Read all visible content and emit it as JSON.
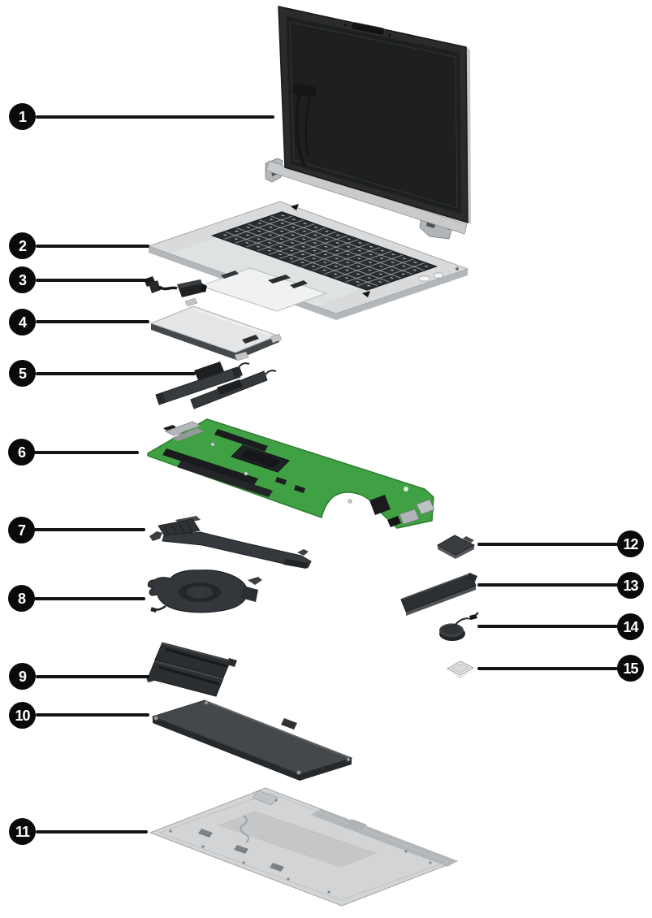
{
  "figure": {
    "kind": "laptop-exploded-parts-diagram",
    "background": "#ffffff"
  },
  "colors": {
    "background": "#ffffff",
    "callout_bg": "#0a0a0a",
    "callout_text": "#ffffff",
    "leader_line": "#141414",
    "board_green": "#3fa143",
    "metal_silver": "#d8dadb",
    "dark_part": "#303335",
    "screen_dark": "#1d1f20"
  },
  "callouts": [
    {
      "number": "1",
      "part": "display-assembly"
    },
    {
      "number": "2",
      "part": "top-cover-with-keyboard"
    },
    {
      "number": "3",
      "part": "power-connector-cable"
    },
    {
      "number": "4",
      "part": "touchpad"
    },
    {
      "number": "5",
      "part": "speakers"
    },
    {
      "number": "6",
      "part": "system-board"
    },
    {
      "number": "7",
      "part": "heat-sink"
    },
    {
      "number": "8",
      "part": "fan"
    },
    {
      "number": "9",
      "part": "solid-state-drive-shields"
    },
    {
      "number": "10",
      "part": "battery"
    },
    {
      "number": "11",
      "part": "bottom-cover"
    },
    {
      "number": "12",
      "part": "wlan-module"
    },
    {
      "number": "13",
      "part": "solid-state-drive"
    },
    {
      "number": "14",
      "part": "rtc-battery"
    },
    {
      "number": "15",
      "part": "memory-card"
    }
  ]
}
